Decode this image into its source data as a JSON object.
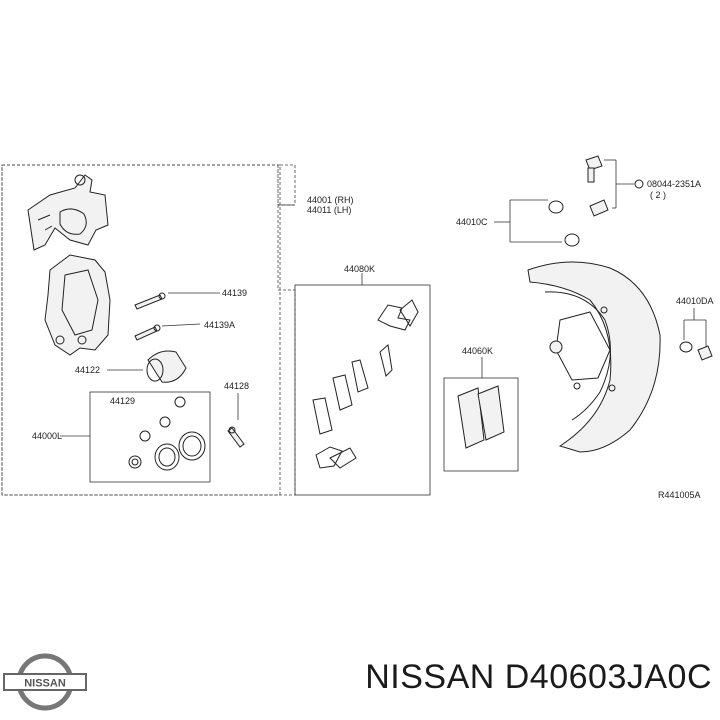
{
  "labels": {
    "caliper_rh": "44001 (RH)",
    "caliper_lh": "44011 (LH)",
    "bolt_a": "44139",
    "bolt_b": "44139A",
    "piston": "44122",
    "seal_kit": "44129",
    "repair_kit": "44000L",
    "bleeder": "44128",
    "pad_hardware": "44080K",
    "pad_kit": "44060K",
    "bolt_group": "44010C",
    "bolt_code": "08044-2351A",
    "bolt_qty": "( 2 )",
    "plate_bolt": "44010DA",
    "ref_code": "R441005A"
  },
  "footer": {
    "brand": "NISSAN",
    "part_number": "NISSAN D40603JA0C"
  }
}
